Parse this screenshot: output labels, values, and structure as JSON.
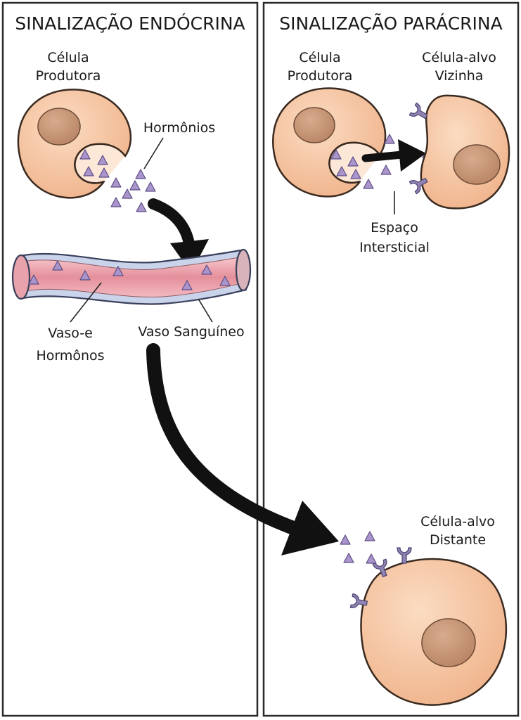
{
  "left_panel": {
    "title": "SINALIZAÇÃO ENDÓCRINA",
    "producer_line1": "Célula",
    "producer_line2": "Produtora",
    "hormones": "Hormônios",
    "vessel_line1": "Vaso-e",
    "vessel_line2": "Hormônos",
    "blood_vessel": "Vaso Sanguíneo"
  },
  "right_panel": {
    "title": "SINALIZAÇÃO PARÁCRINA",
    "producer_line1": "Célula",
    "producer_line2": "Produtora",
    "neighbor_line1": "Célula-alvo",
    "neighbor_line2": "Vizinha",
    "space_line1": "Espaço",
    "space_line2": "Intersticial",
    "distant_line1": "Célula-alvo",
    "distant_line2": "Distante"
  },
  "colors": {
    "cell_fill": "#f6c7a3",
    "nucleus_fill": "#c99878",
    "hormone_fill": "#a995cc",
    "receptor_fill": "#8f83b3",
    "vessel_outer": "#b9c6e0",
    "vessel_inner": "#e99aa4"
  }
}
